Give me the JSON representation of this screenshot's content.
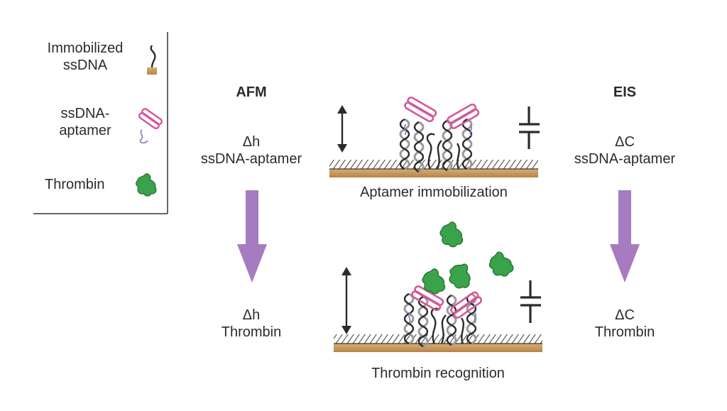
{
  "legend": {
    "immobilized_ssdna_line1": "Immobilized",
    "immobilized_ssdna_line2": "ssDNA",
    "aptamer_line1": "ssDNA-",
    "aptamer_line2": "aptamer",
    "thrombin": "Thrombin"
  },
  "afm": {
    "title": "AFM",
    "top_line1": "Δh",
    "top_line2": "ssDNA-aptamer",
    "bottom_line1": "Δh",
    "bottom_line2": "Thrombin"
  },
  "eis": {
    "title": "EIS",
    "top_line1": "ΔC",
    "top_line2": "ssDNA-aptamer",
    "bottom_line1": "ΔC",
    "bottom_line2": "Thrombin"
  },
  "panels": {
    "top_caption": "Aptamer immobilization",
    "bottom_caption": "Thrombin recognition"
  },
  "colors": {
    "arrow": "#a77bc0",
    "aptamer": "#d4579a",
    "thrombin": "#3aa24a",
    "surface": "#c79a5e",
    "strand": "#2b2b2b",
    "helix": "#9a9a9a"
  },
  "icons": {
    "legend_ssdna": "ssdna-strand-icon",
    "legend_aptamer": "aptamer-hairpin-icon",
    "legend_thrombin": "thrombin-blob-icon",
    "height_marker": "double-arrow-icon",
    "capacitance_marker": "capacitor-icon"
  }
}
